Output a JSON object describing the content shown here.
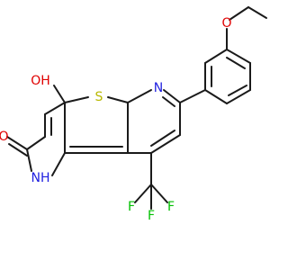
{
  "molecule": {
    "colors": {
      "bond": "#1a1a1a",
      "S": "#b8b800",
      "N": "#2020e0",
      "O": "#e00000",
      "F": "#00c000"
    },
    "atoms": {
      "oh_label": "OH",
      "o_carbonyl": "O",
      "nh_label": "NH",
      "s_label": "S",
      "n_pyridine": "N",
      "o_ether": "O",
      "f1": "F",
      "f2": "F",
      "f3": "F"
    }
  }
}
